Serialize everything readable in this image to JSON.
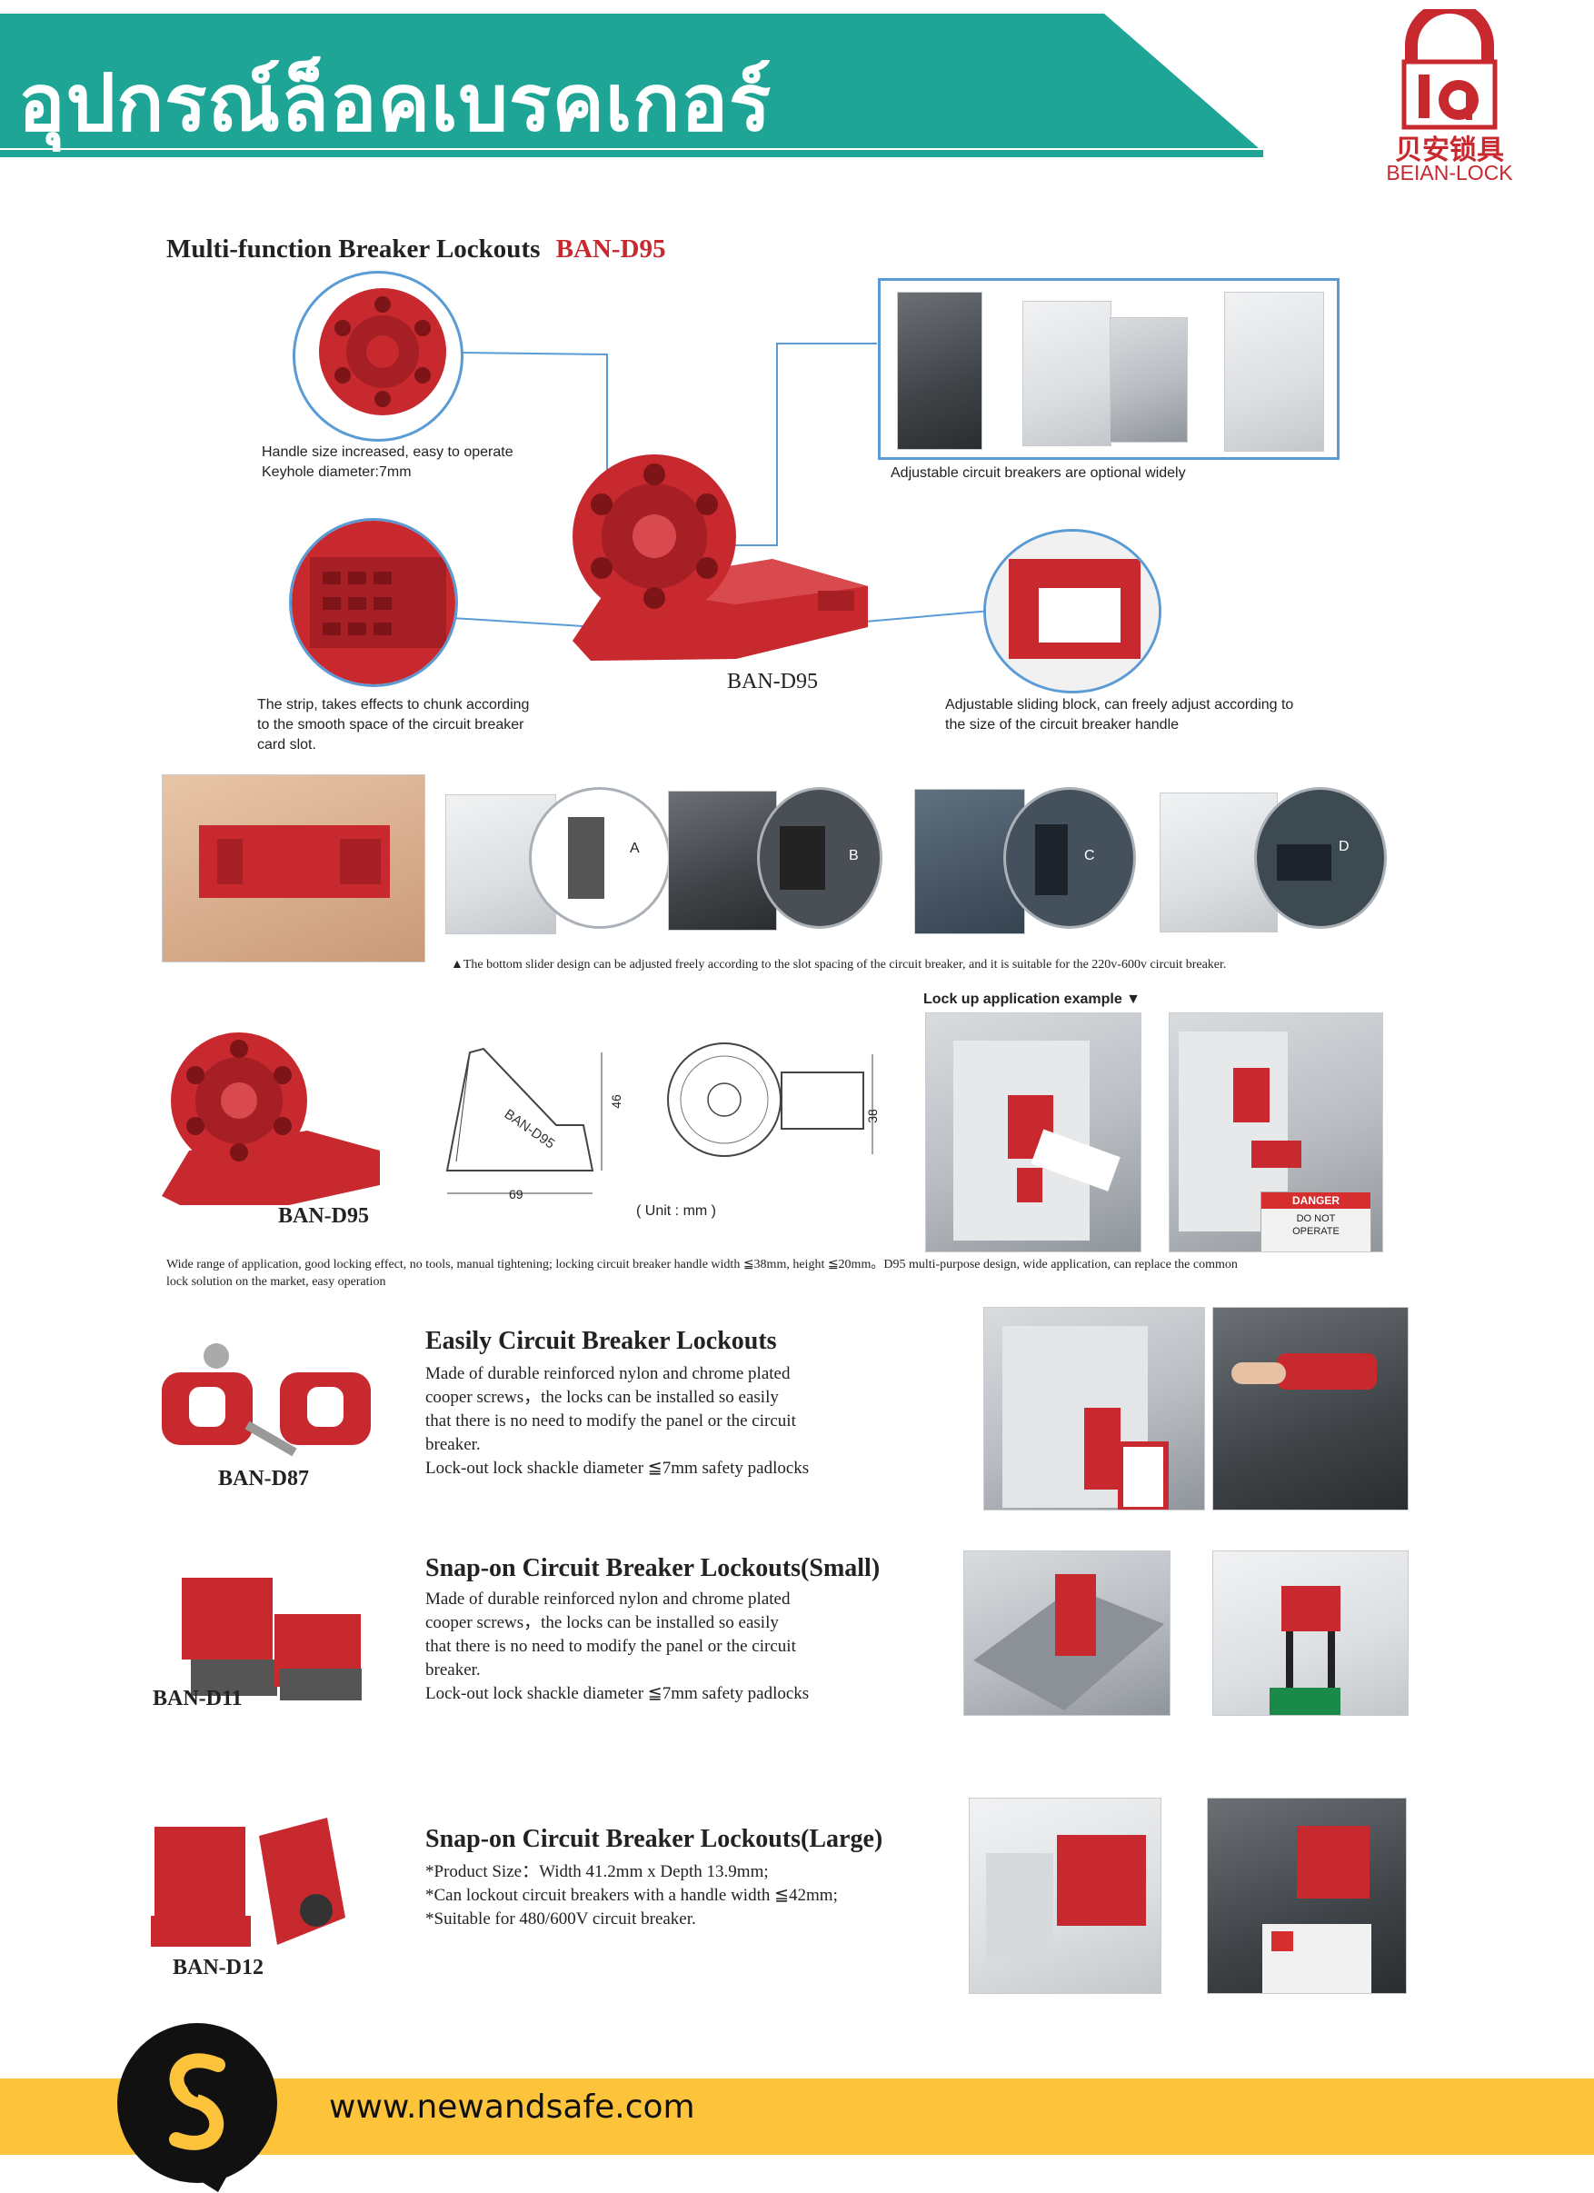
{
  "header": {
    "title": "อุปกรณ์ล็อคเบรคเกอร์",
    "logo_cn": "贝安锁具",
    "logo_en": "BEIAN-LOCK",
    "teal": "#1fa596",
    "red": "#c7292e"
  },
  "d95": {
    "heading": "Multi-function Breaker Lockouts",
    "model_code": "BAN-D95",
    "callout_handle": [
      "Handle size increased, easy to operate",
      "Keyhole diameter:7mm"
    ],
    "callout_breakers": "Adjustable circuit breakers are optional widely",
    "callout_strip": [
      "The strip, takes effects to chunk according",
      "to the smooth space of the circuit breaker",
      "card slot."
    ],
    "callout_slider": [
      "Adjustable sliding block, can freely adjust according to",
      "the size of the circuit breaker handle"
    ],
    "center_label": "BAN-D95",
    "slot_labels": [
      "A",
      "B",
      "C",
      "D"
    ],
    "slider_note": "▲The bottom slider design can be adjusted freely according to the slot spacing of the circuit breaker, and it is suitable for the 220v-600v circuit breaker.",
    "lockup_title": "Lock up application example ▼",
    "product_label": "BAN-D95",
    "dim_46": "46",
    "dim_69": "69",
    "dim_38": "38",
    "unit": "( Unit : mm )",
    "danger_tag": "DANGER",
    "do_not_operate": "DO NOT OPERATE",
    "description": [
      "Wide range of application, good locking effect, no tools, manual tightening; locking circuit breaker handle width ≦38mm, height ≦20mm。D95 multi-purpose design, wide application, can replace the common",
      "lock solution on the market, easy operation"
    ]
  },
  "products": [
    {
      "model": "BAN-D87",
      "title": "Easily Circuit Breaker Lockouts",
      "lines": [
        "Made of durable reinforced nylon and chrome plated",
        "cooper screws，the locks can be installed so easily",
        "that there is no need to modify the panel or the circuit",
        "breaker.",
        "Lock-out lock shackle diameter ≦7mm safety padlocks"
      ]
    },
    {
      "model": "BAN-D11",
      "title": "Snap-on Circuit Breaker Lockouts(Small)",
      "lines": [
        "Made of durable reinforced nylon and chrome plated",
        "cooper screws，the locks can be installed so easily",
        "that there is no need to modify the panel or the circuit",
        "breaker.",
        "Lock-out lock shackle diameter ≦7mm safety padlocks"
      ]
    },
    {
      "model": "BAN-D12",
      "title": "Snap-on Circuit Breaker Lockouts(Large)",
      "lines": [
        "*Product Size：Width 41.2mm x Depth 13.9mm;",
        "*Can lockout circuit breakers with a handle width ≦42mm;",
        "*Suitable for 480/600V circuit breaker."
      ]
    }
  ],
  "footer": {
    "url": "www.newandsafe.com",
    "bar_color": "#fcc33b"
  }
}
